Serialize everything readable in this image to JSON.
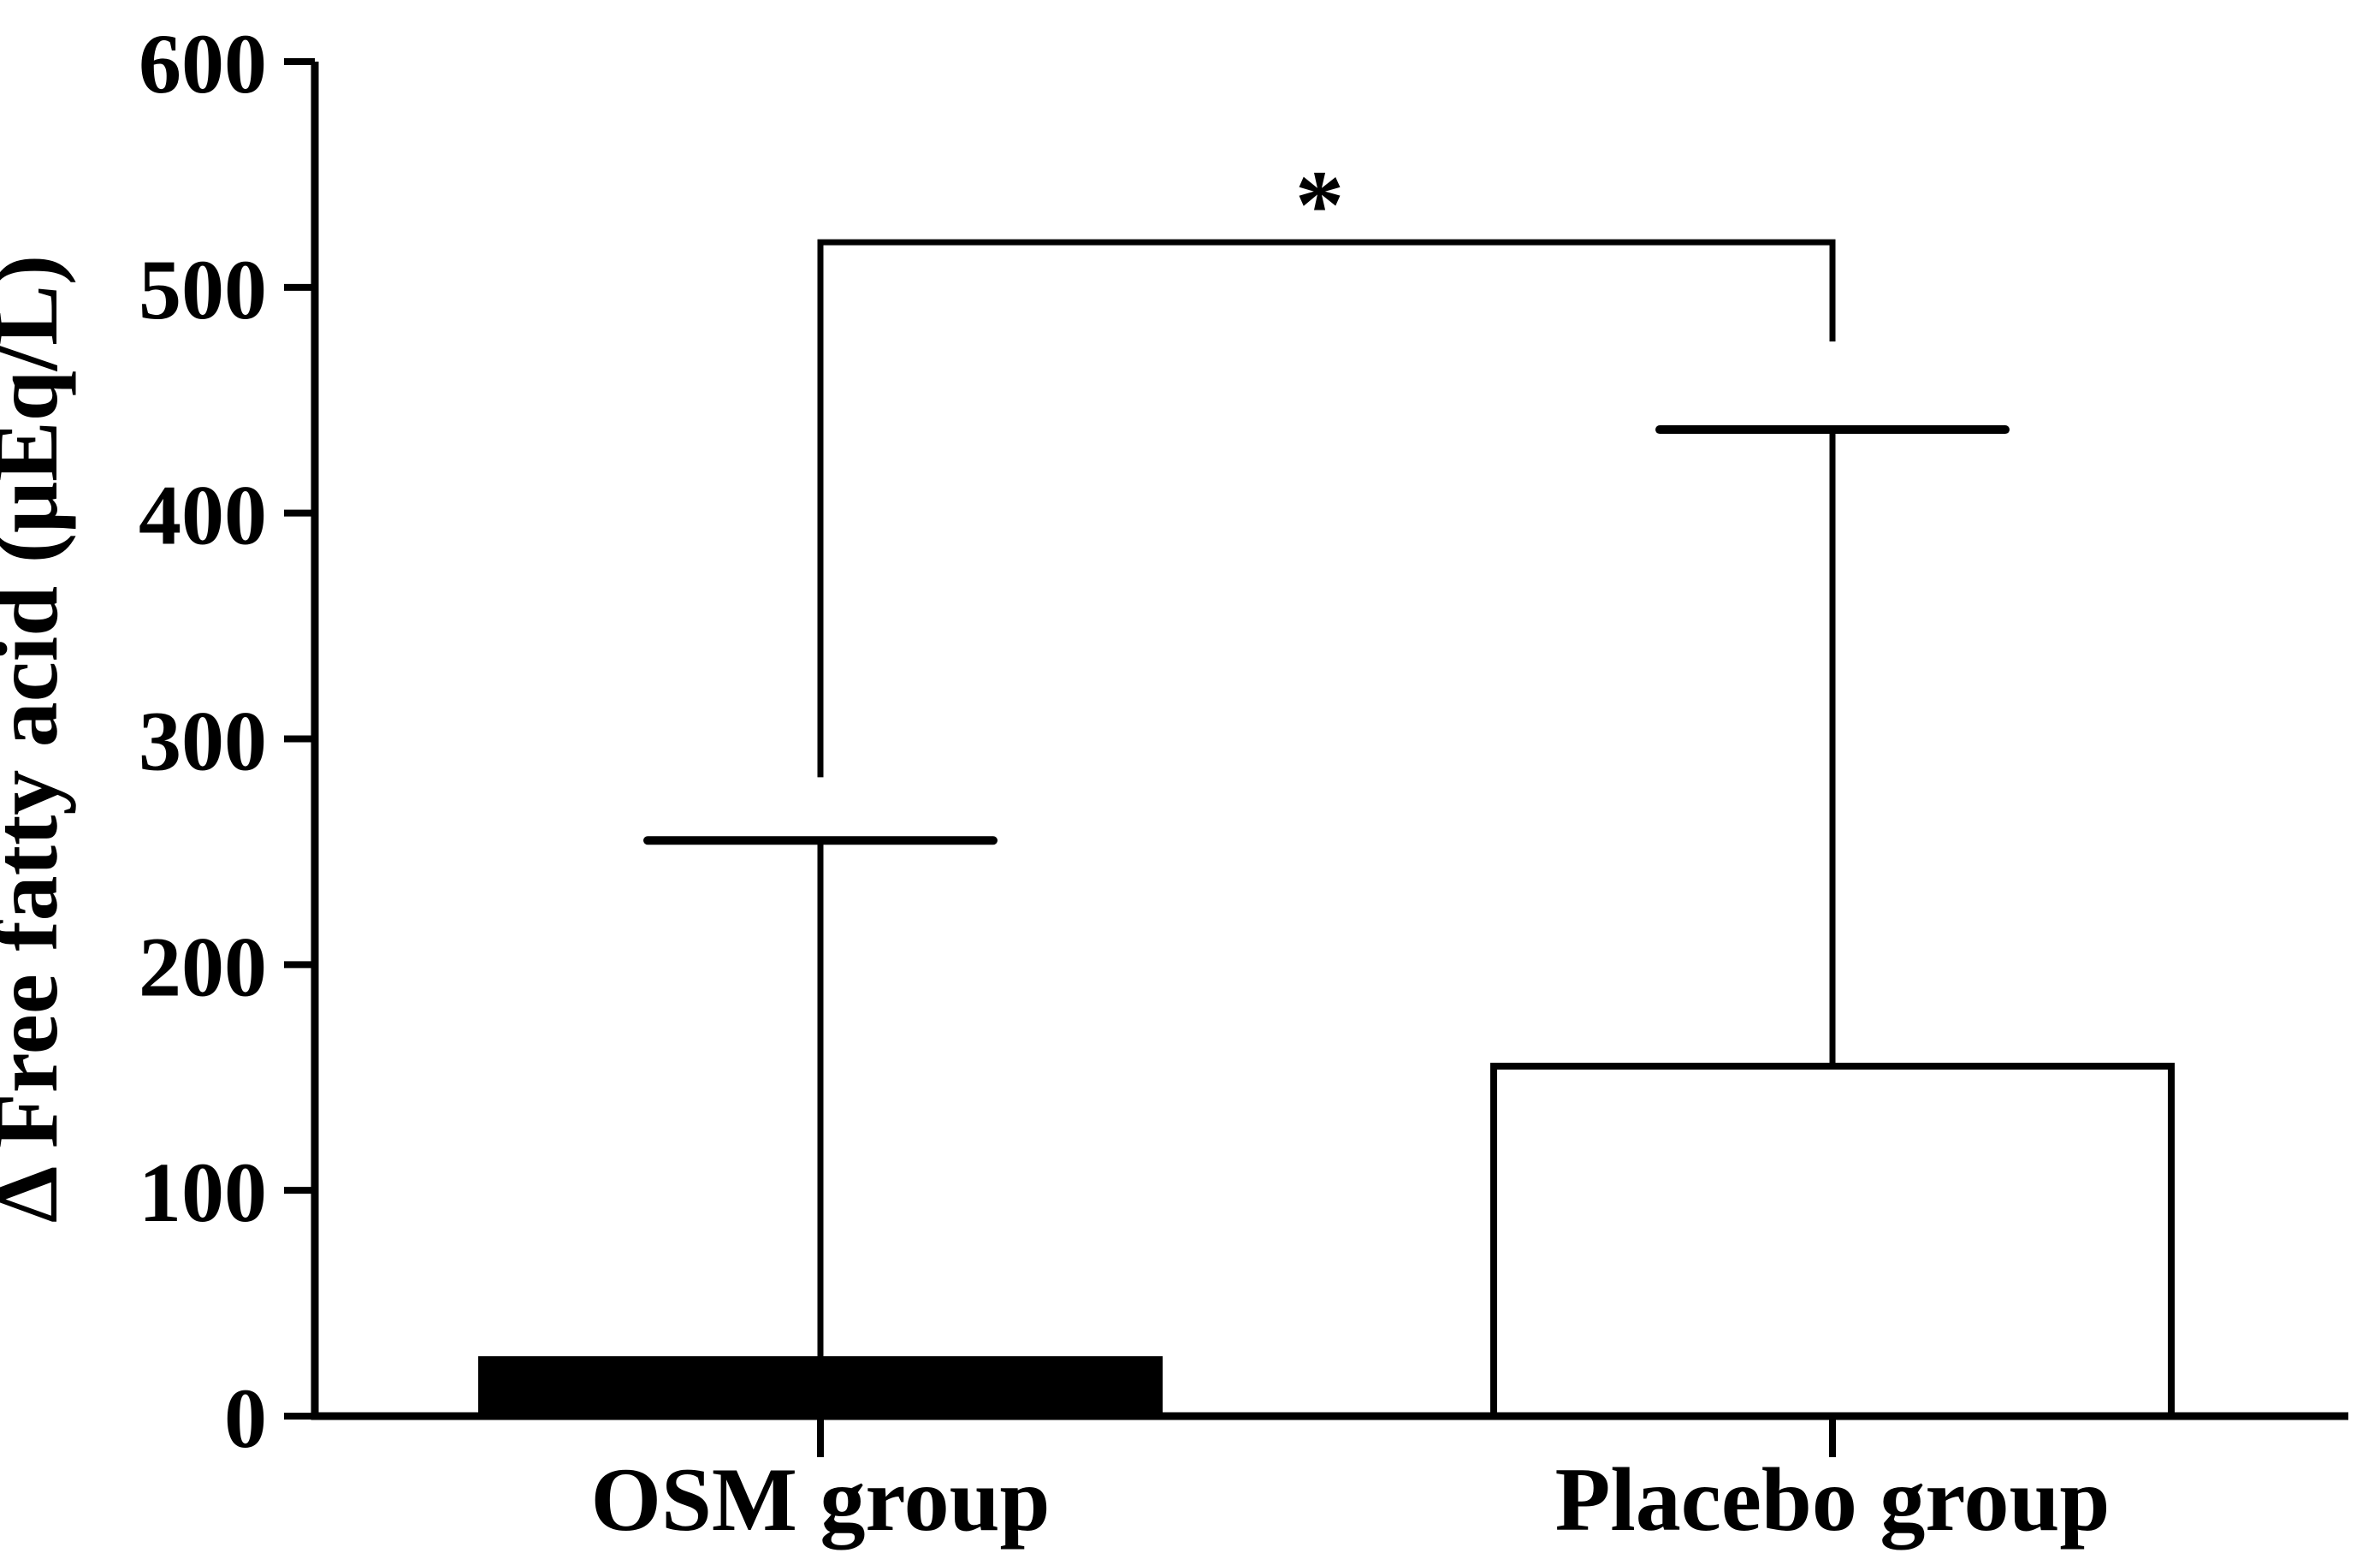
{
  "figure": {
    "background": "#ffffff",
    "ink": "#000000"
  },
  "chart_data": {
    "type": "bar",
    "categories": [
      "OSM group",
      "Placebo group"
    ],
    "values": [
      25,
      155
    ],
    "error_bar_tops": [
      255,
      437
    ],
    "error_bars": "upper only, capped",
    "bar_fills": [
      "#000000",
      "#ffffff"
    ],
    "bar_edge_color": "#000000",
    "title": "",
    "xlabel": "",
    "ylabel": "Δ Free fatty acid (μEq/L)",
    "yticks": [
      0,
      100,
      200,
      300,
      400,
      500,
      600
    ],
    "ylim": [
      0,
      600
    ],
    "grid": false,
    "legend": false,
    "significance": {
      "symbol": "*",
      "between": [
        "OSM group",
        "Placebo group"
      ],
      "bracket_level": 520,
      "left_leg_bottom": 283,
      "right_leg_bottom": 476
    }
  }
}
